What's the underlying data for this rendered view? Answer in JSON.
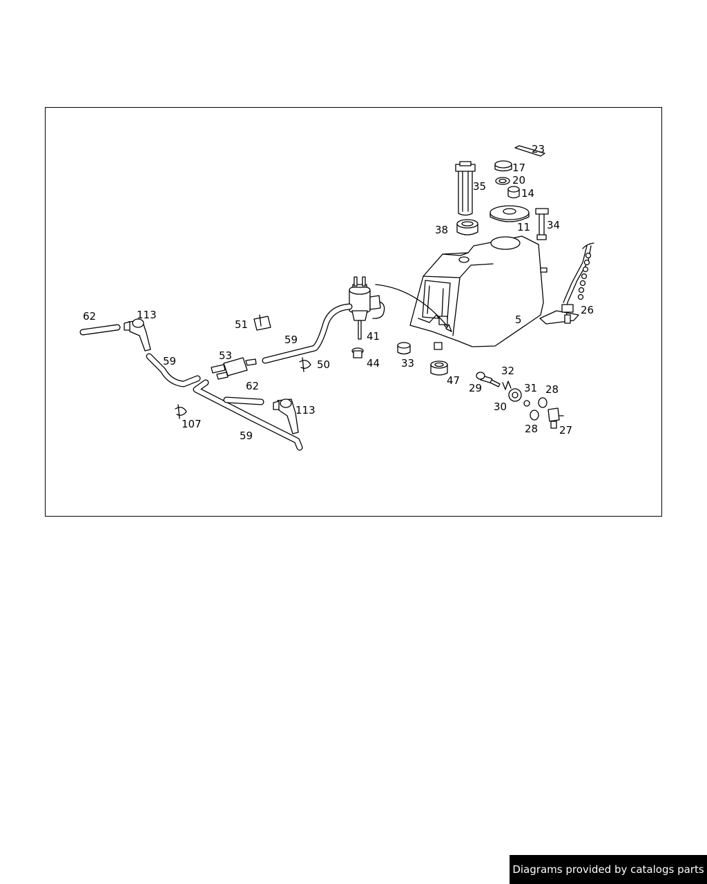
{
  "diagram": {
    "labels": {
      "p23": "23",
      "p17": "17",
      "p20": "20",
      "p14": "14",
      "p35": "35",
      "p11": "11",
      "p34": "34",
      "p38": "38",
      "p26": "26",
      "p5": "5",
      "p62a": "62",
      "p113a": "113",
      "p51": "51",
      "p59a": "59",
      "p41": "41",
      "p53": "53",
      "p59b": "59",
      "p50": "50",
      "p44": "44",
      "p33": "33",
      "p32": "32",
      "p47": "47",
      "p29": "29",
      "p31": "31",
      "p28a": "28",
      "p62b": "62",
      "p30": "30",
      "p113b": "113",
      "p107": "107",
      "p28b": "28",
      "p27": "27",
      "p59c": "59"
    }
  },
  "footer": {
    "credit": "Diagrams provided by catalogs parts"
  }
}
